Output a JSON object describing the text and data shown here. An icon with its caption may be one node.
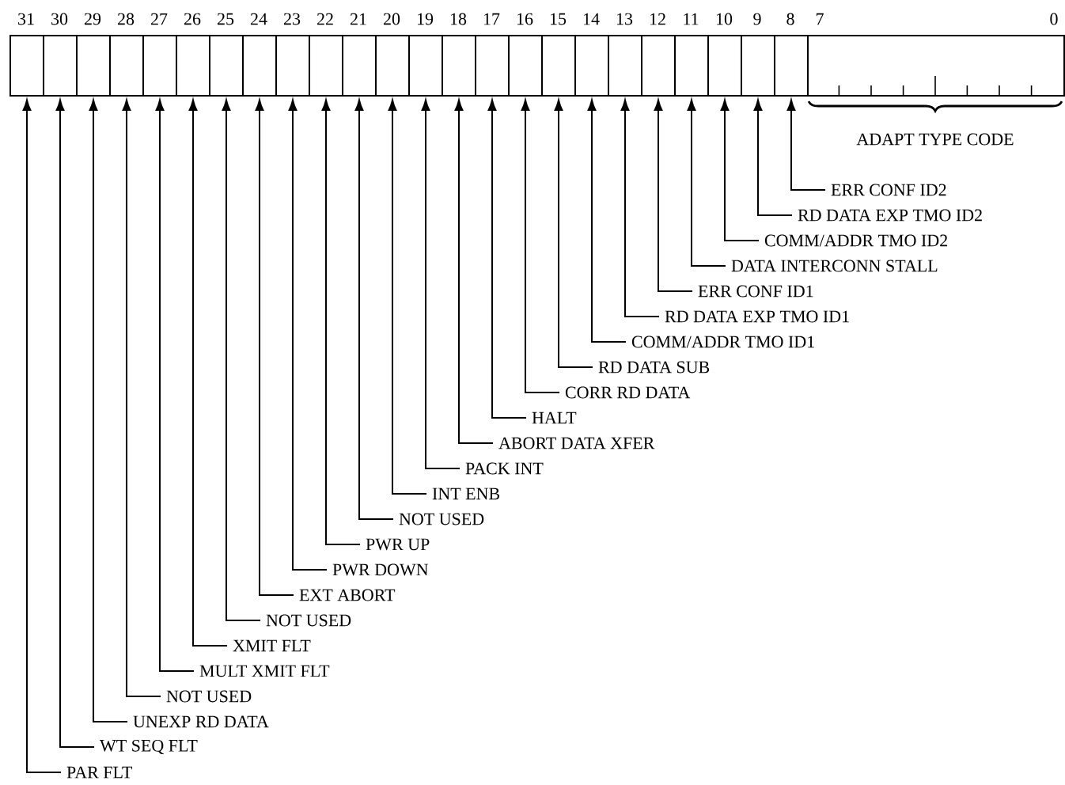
{
  "diagram": {
    "nodes": [
      {
        "text": [],
        "shape": "box",
        "beside": [
          "31"
        ]
      },
      {
        "text": [],
        "shape": "box",
        "beside": [
          "30"
        ]
      },
      {
        "text": [],
        "shape": "box",
        "beside": [
          "29"
        ]
      },
      {
        "text": [],
        "shape": "box",
        "beside": [
          "28"
        ]
      },
      {
        "text": [],
        "shape": "box",
        "beside": [
          "27"
        ]
      },
      {
        "text": [],
        "shape": "box",
        "beside": [
          "26"
        ]
      },
      {
        "text": [],
        "shape": "box",
        "beside": [
          "25"
        ]
      },
      {
        "text": [],
        "shape": "box",
        "beside": [
          "24"
        ]
      },
      {
        "text": [],
        "shape": "box",
        "beside": [
          "23"
        ]
      },
      {
        "text": [],
        "shape": "box",
        "beside": [
          "22"
        ]
      },
      {
        "text": [],
        "shape": "box",
        "beside": [
          "21"
        ]
      },
      {
        "text": [],
        "shape": "box",
        "beside": [
          "20"
        ]
      },
      {
        "text": [],
        "shape": "box",
        "beside": [
          "19"
        ]
      },
      {
        "text": [],
        "shape": "box",
        "beside": [
          "18"
        ]
      },
      {
        "text": [],
        "shape": "box",
        "beside": [
          "17"
        ]
      },
      {
        "text": [],
        "shape": "box",
        "beside": [
          "16"
        ]
      },
      {
        "text": [],
        "shape": "box",
        "beside": [
          "15"
        ]
      },
      {
        "text": [],
        "shape": "box",
        "beside": [
          "14"
        ]
      },
      {
        "text": [],
        "shape": "box",
        "beside": [
          "13"
        ]
      },
      {
        "text": [],
        "shape": "box",
        "beside": [
          "12"
        ]
      },
      {
        "text": [],
        "shape": "box",
        "beside": [
          "11"
        ]
      },
      {
        "text": [],
        "shape": "box",
        "beside": [
          "10"
        ]
      },
      {
        "text": [],
        "shape": "box",
        "beside": [
          "9"
        ]
      },
      {
        "text": [],
        "shape": "box",
        "beside": [
          "8"
        ]
      },
      {
        "text": [
          "ADAPT TYPE CODE"
        ],
        "beside": [
          "7",
          "0"
        ]
      },
      {
        "text": [
          "ERR CONF ID2"
        ]
      },
      {
        "text": [
          "RD DATA EXP TMO ID2"
        ]
      },
      {
        "text": [
          "COMM/ADDR TMO ID2"
        ]
      },
      {
        "text": [
          "DATA INTERCONN STALL"
        ]
      },
      {
        "text": [
          "ERR CONF ID1"
        ]
      },
      {
        "text": [
          "RD DATA EXP TMO ID1"
        ]
      },
      {
        "text": [
          "COMM/ADDR TMO ID1"
        ]
      },
      {
        "text": [
          "RD DATA SUB"
        ]
      },
      {
        "text": [
          "CORR RD DATA"
        ]
      },
      {
        "text": [
          "HALT"
        ]
      },
      {
        "text": [
          "ABORT DATA XFER"
        ]
      },
      {
        "text": [
          "PACK INT"
        ]
      },
      {
        "text": [
          "INT ENB"
        ]
      },
      {
        "text": [
          "NOT USED"
        ]
      },
      {
        "text": [
          "PWR UP"
        ]
      },
      {
        "text": [
          "PWR DOWN"
        ]
      },
      {
        "text": [
          "EXT ABORT"
        ]
      },
      {
        "text": [
          "NOT USED"
        ]
      },
      {
        "text": [
          "XMIT FLT"
        ]
      },
      {
        "text": [
          "MULT XMIT FLT"
        ]
      },
      {
        "text": [
          "NOT USED"
        ]
      },
      {
        "text": [
          "UNEXP RD DATA"
        ]
      },
      {
        "text": [
          "WT SEQ FLT"
        ]
      },
      {
        "text": [
          "PAR FLT"
        ]
      }
    ],
    "edges": [
      {
        "from": 25,
        "to": 23,
        "arrow": "to"
      },
      {
        "from": 26,
        "to": 22,
        "arrow": "to"
      },
      {
        "from": 27,
        "to": 21,
        "arrow": "to"
      },
      {
        "from": 28,
        "to": 20,
        "arrow": "to"
      },
      {
        "from": 29,
        "to": 19,
        "arrow": "to"
      },
      {
        "from": 30,
        "to": 18,
        "arrow": "to"
      },
      {
        "from": 31,
        "to": 17,
        "arrow": "to"
      },
      {
        "from": 32,
        "to": 16,
        "arrow": "to"
      },
      {
        "from": 33,
        "to": 15,
        "arrow": "to"
      },
      {
        "from": 34,
        "to": 14,
        "arrow": "to"
      },
      {
        "from": 35,
        "to": 13,
        "arrow": "to"
      },
      {
        "from": 36,
        "to": 12,
        "arrow": "to"
      },
      {
        "from": 37,
        "to": 11,
        "arrow": "to"
      },
      {
        "from": 38,
        "to": 10,
        "arrow": "to"
      },
      {
        "from": 39,
        "to": 9,
        "arrow": "to"
      },
      {
        "from": 40,
        "to": 8,
        "arrow": "to"
      },
      {
        "from": 41,
        "to": 7,
        "arrow": "to"
      },
      {
        "from": 42,
        "to": 6,
        "arrow": "to"
      },
      {
        "from": 43,
        "to": 5,
        "arrow": "to"
      },
      {
        "from": 44,
        "to": 4,
        "arrow": "to"
      },
      {
        "from": 45,
        "to": 3,
        "arrow": "to"
      },
      {
        "from": 46,
        "to": 2,
        "arrow": "to"
      },
      {
        "from": 47,
        "to": 1,
        "arrow": "to"
      },
      {
        "from": 48,
        "to": 0,
        "arrow": "to"
      }
    ]
  }
}
